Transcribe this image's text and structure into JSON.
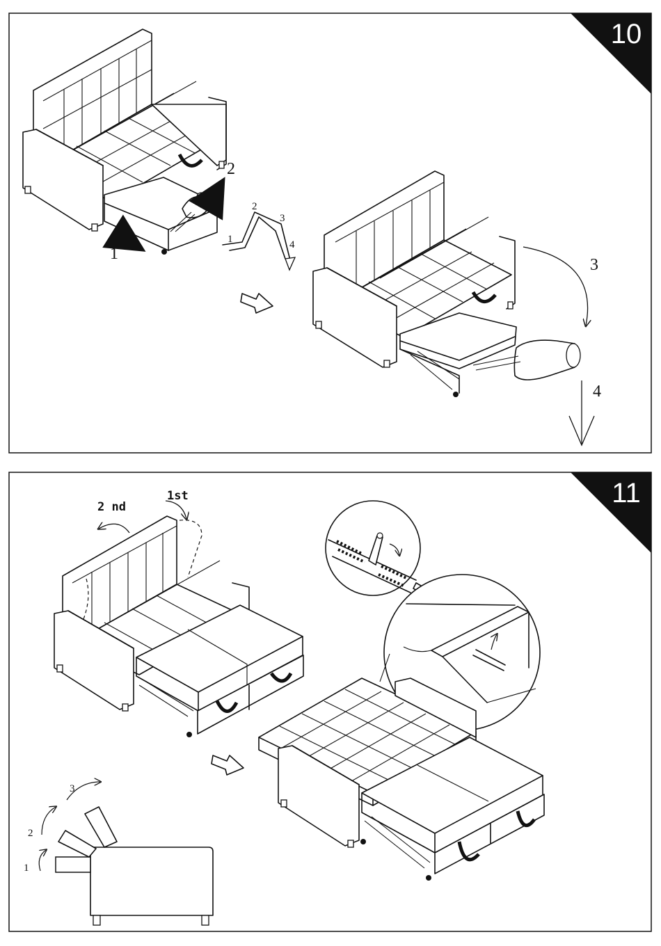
{
  "step10": {
    "badge": "10",
    "labels": {
      "push": "1",
      "lift": "2",
      "path1": "1",
      "path2": "2",
      "path3": "3",
      "path4": "4",
      "swing": "3",
      "down": "4"
    }
  },
  "step11": {
    "badge": "11",
    "labels": {
      "first": "1st",
      "second": "2 nd",
      "unfold1": "1",
      "unfold2": "2",
      "unfold3": "3"
    }
  }
}
